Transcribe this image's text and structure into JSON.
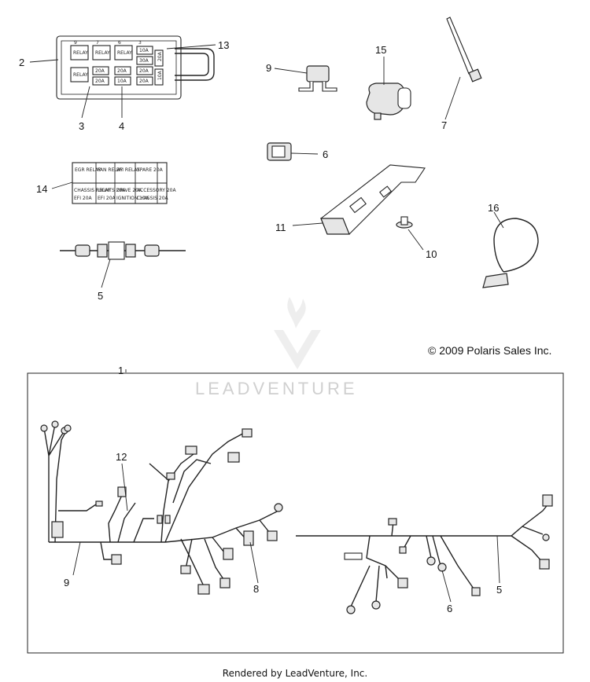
{
  "copyright": "© 2009 Polaris Sales Inc.",
  "footer": "Rendered by LeadVenture, Inc.",
  "watermark": "LEADVENTURE",
  "fuse_box": {
    "relay_numbers": [
      "9",
      "7",
      "6",
      "3"
    ],
    "relay_label": "RELAY",
    "fuses": [
      "10A",
      "30A",
      "20A",
      "20A",
      "20A",
      "20A",
      "10A",
      "20A"
    ],
    "side_fuses": [
      "20A",
      "10A"
    ]
  },
  "decal": {
    "cells": [
      "EGR RELAY",
      "FAN RELAY",
      "EFI RELAY",
      "SPARE 20A",
      "CHASSIS RELAY",
      "LIGHTS 20A",
      "DRIVE 20A",
      "ACCESSORY 20A",
      "EFI 20A",
      "EFI 20A",
      "IGNITION 10A",
      "CHASSIS 20A"
    ]
  },
  "callouts": {
    "c1": "1",
    "c2": "2",
    "c3": "3",
    "c4": "4",
    "c5a": "5",
    "c5b": "5",
    "c6a": "6",
    "c6b": "6",
    "c7": "7",
    "c8": "8",
    "c9a": "9",
    "c9b": "9",
    "c10": "10",
    "c11": "11",
    "c12": "12",
    "c13": "13",
    "c14": "14",
    "c15": "15",
    "c16": "16"
  }
}
